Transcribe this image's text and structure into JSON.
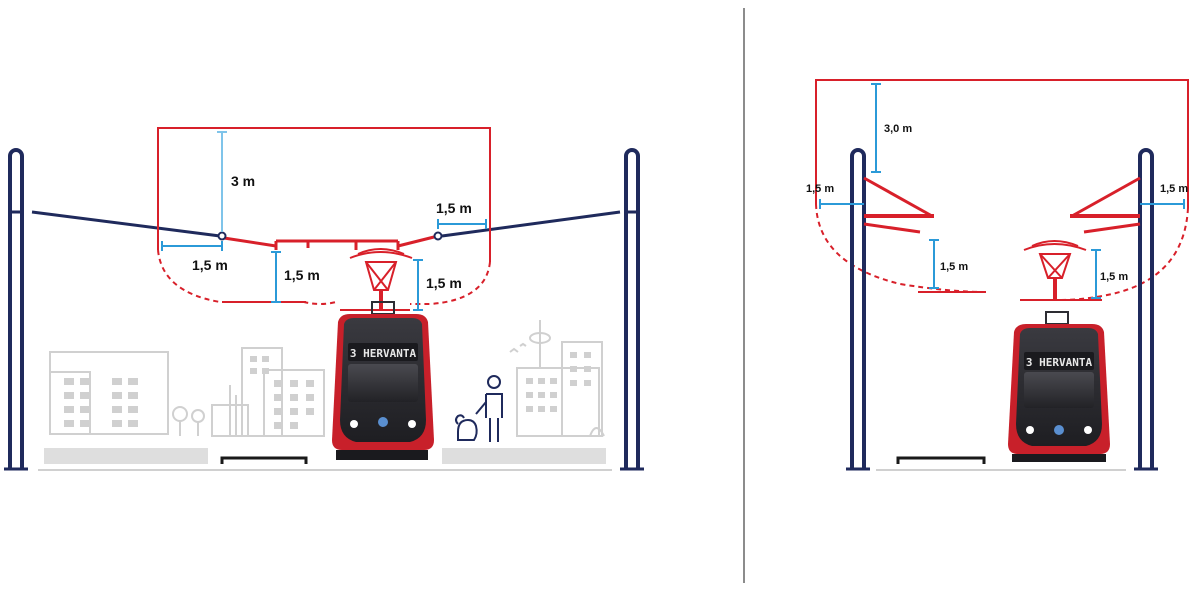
{
  "colors": {
    "pole": "#1f2a5c",
    "clearance_red": "#d8202a",
    "dimension_blue": "#2b9ad8",
    "dimension_light_blue": "#7fc4ea",
    "skyline_gray": "#d0d0d0",
    "platform_gray": "#dedede",
    "divider": "#666666",
    "tram_red": "#c8202a",
    "tram_body": "#2d2d33",
    "person_navy": "#1f2a5c"
  },
  "left_diagram": {
    "labels": {
      "top_clearance": "3 m",
      "right_side": "1,5 m",
      "left_side": "1,5 m",
      "below_wire": "1,5 m",
      "pantograph_side": "1,5 m"
    },
    "tram_sign": "3 HERVANTA"
  },
  "right_diagram": {
    "labels": {
      "top_clearance": "3,0 m",
      "left_side": "1,5 m",
      "right_side": "1,5 m",
      "below_wire": "1,5 m",
      "pantograph_side": "1,5 m"
    },
    "tram_sign": "3 HERVANTA"
  }
}
